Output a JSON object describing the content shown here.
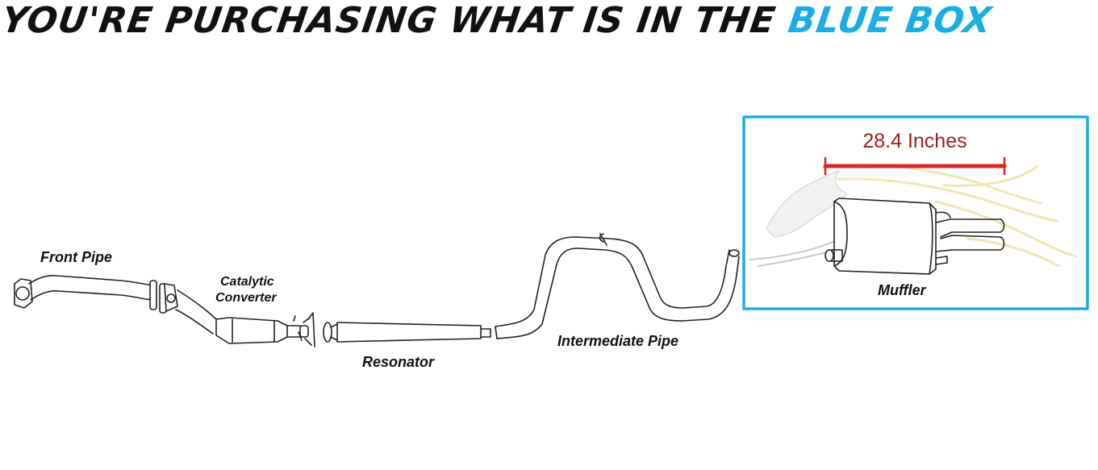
{
  "headline": {
    "part1": "YOU'RE PURCHASING WHAT IS IN THE",
    "part2": "BLUE BOX"
  },
  "colors": {
    "accent": "#1aaee3",
    "dimension_line": "#d42a2a",
    "dimension_text": "#a31c1c"
  },
  "labels": {
    "front_pipe": "Front Pipe",
    "catalytic_line1": "Catalytic",
    "catalytic_line2": "Converter",
    "resonator": "Resonator",
    "intermediate_pipe": "Intermediate Pipe",
    "muffler": "Muffler"
  },
  "dimension": {
    "text": "28.4 Inches"
  }
}
